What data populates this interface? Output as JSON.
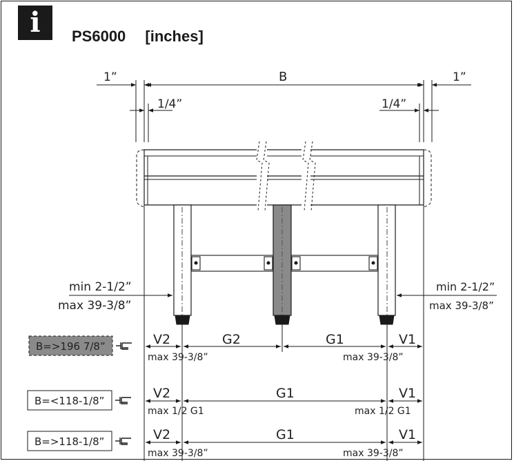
{
  "header": {
    "icon": "info-icon",
    "info_glyph": "i",
    "model": "PS6000",
    "unit": "[inches]"
  },
  "top_dims": {
    "left_offset": "1”",
    "overall": "B",
    "right_offset": "1”",
    "left_inset": "1/4”",
    "right_inset": "1/4”"
  },
  "leg_limits": {
    "left_min": "min 2-1/2”",
    "left_max": "max 39-3/8”",
    "right_min": "min 2-1/2”",
    "right_max": "max 39-3/8”"
  },
  "rows": [
    {
      "condition": "B=>196 7/8”",
      "highlight": true,
      "v2": "V2",
      "g2": "G2",
      "g1": "G1",
      "v1": "V1",
      "left_note": "max 39-3/8”",
      "right_note": "max 39-3/8”"
    },
    {
      "condition": "B=<118-1/8”",
      "highlight": false,
      "v2": "V2",
      "g1": "G1",
      "v1": "V1",
      "left_note": "max 1/2 G1",
      "right_note": "max 1/2 G1"
    },
    {
      "condition": "B=>118-1/8”",
      "highlight": false,
      "v2": "V2",
      "g1": "G1",
      "v1": "V1",
      "left_note": "max 39-3/8”",
      "right_note": "max 39-3/8”"
    }
  ],
  "colors": {
    "ink": "#1a1a1a",
    "highlight_fill": "#8a8a8a",
    "leg_fill": "#ffffff"
  }
}
